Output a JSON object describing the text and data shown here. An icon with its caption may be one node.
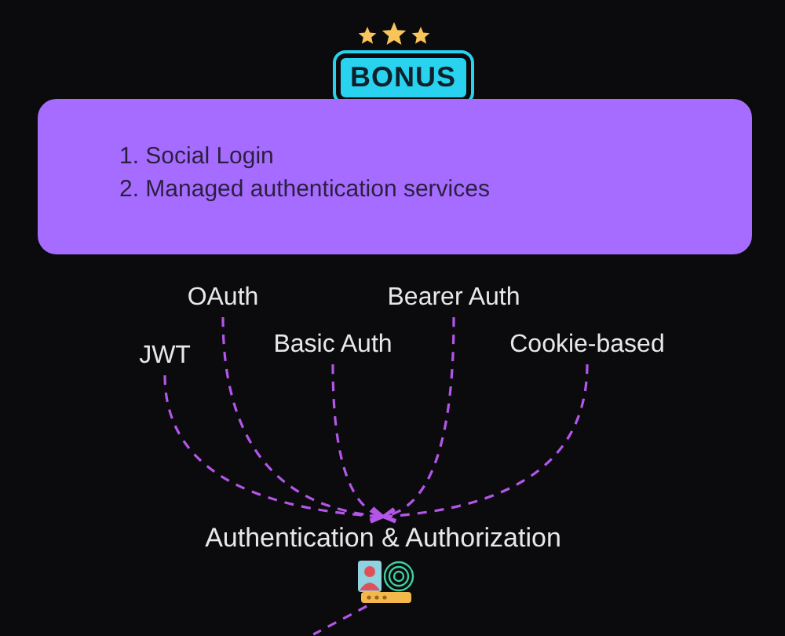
{
  "diagram": {
    "nodes": [
      {
        "text": [
          "1. Social Login",
          "2. Managed authentication services"
        ]
      },
      {
        "text": [
          "OAuth"
        ]
      },
      {
        "text": [
          "Bearer Auth"
        ]
      },
      {
        "text": [
          "JWT"
        ]
      },
      {
        "text": [
          "Basic Auth"
        ]
      },
      {
        "text": [
          "Cookie-based"
        ]
      },
      {
        "text": [
          "Authentication & Authorization"
        ]
      },
      {
        "text": [],
        "shape": "picture"
      }
    ],
    "edges": [
      {
        "from": 3,
        "to": 6,
        "arrow": "to",
        "style": "dashed"
      },
      {
        "from": 1,
        "to": 6,
        "arrow": "to",
        "style": "dashed"
      },
      {
        "from": 4,
        "to": 6,
        "arrow": "to",
        "style": "dashed"
      },
      {
        "from": 2,
        "to": 6,
        "arrow": "to",
        "style": "dashed"
      },
      {
        "from": 5,
        "to": 6,
        "arrow": "to",
        "style": "dashed"
      },
      {
        "from": 7,
        "to": null,
        "arrow": "none",
        "style": "dashed"
      }
    ],
    "labels": [
      "BONUS"
    ]
  }
}
